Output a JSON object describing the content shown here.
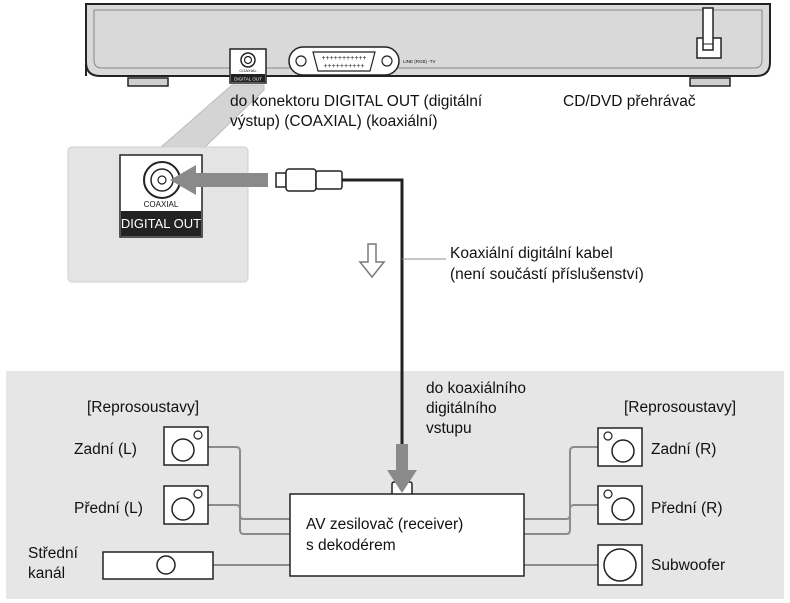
{
  "player": {
    "label": "CD/DVD přehrávač",
    "port_small_top": "COAXIAL",
    "port_small_bottom": "DIGITAL OUT",
    "scart_label": "LINE (RGB) -TV",
    "connector_label_line1": "do konektoru DIGITAL OUT (digitální",
    "connector_label_line2": "výstup) (COAXIAL) (koaxiální)"
  },
  "zoom": {
    "port_top": "COAXIAL",
    "port_bottom": "DIGITAL OUT"
  },
  "cable": {
    "label_line1": "Koaxiální digitální kabel",
    "label_line2": "(není součástí příslušenství)"
  },
  "input": {
    "label_line1": "do koaxiálního",
    "label_line2": "digitálního",
    "label_line3": "vstupu"
  },
  "receiver": {
    "label_line1": "AV zesilovač (receiver)",
    "label_line2": "s dekodérem"
  },
  "speakers_left": {
    "header": "[Reprosoustavy]",
    "rear": "Zadní (L)",
    "front": "Přední (L)",
    "center_line1": "Střední",
    "center_line2": "kanál"
  },
  "speakers_right": {
    "header": "[Reprosoustavy]",
    "rear": "Zadní (R)",
    "front": "Přední (R)",
    "subwoofer": "Subwoofer"
  },
  "colors": {
    "panel_fill": "#e6e6e6",
    "wire": "#8c8c8c",
    "arrow": "#808080",
    "outline": "#222222"
  }
}
